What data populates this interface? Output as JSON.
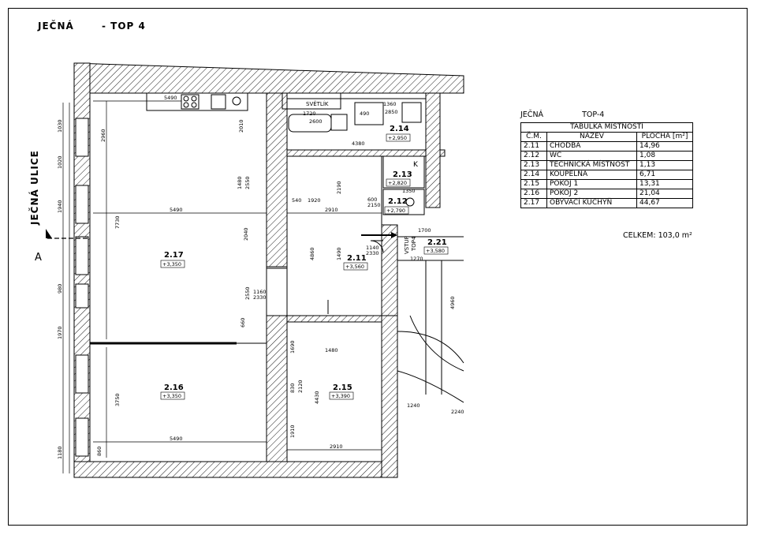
{
  "page_title": {
    "building": "JEČNÁ",
    "unit": "- TOP 4"
  },
  "street_label": "JEČNÁ ULICE",
  "section_marker": "A",
  "rooms": [
    {
      "num": "2.17",
      "level": "+3,350"
    },
    {
      "num": "2.16",
      "level": "+3,350"
    },
    {
      "num": "2.15",
      "level": "+3,390"
    },
    {
      "num": "2.14",
      "level": "+2,950"
    },
    {
      "num": "2.13",
      "level": "+2,820"
    },
    {
      "num": "2.12",
      "level": "+2,790"
    },
    {
      "num": "2.11",
      "level": "+3,560"
    },
    {
      "num": "2.21",
      "level": "+3,580"
    }
  ],
  "labels": {
    "svetlik": "SVĚTLÍK",
    "vstup": "VSTUP",
    "top": "TOP4",
    "k": "K"
  },
  "dims": {
    "d5490a": "5490",
    "d5490b": "5490",
    "d5490c": "5490",
    "d7730": "7730",
    "d3750": "3750",
    "d2960": "2960",
    "d2910a": "2910",
    "d2910b": "2910",
    "d4860": "4860",
    "d4380": "4380",
    "d2850": "2850",
    "d1360": "1360",
    "d1720": "1720",
    "d2600": "2600",
    "d1920": "1920",
    "d1700": "1700",
    "d1270": "1270",
    "d1240": "1240",
    "d2240": "2240",
    "d1480a": "1480",
    "d1480b": "1480",
    "d2040": "2040",
    "d2550a": "2550",
    "d2550b": "2550",
    "d4430": "4430",
    "d4960": "4960",
    "d1940": "1940",
    "d1970": "1970",
    "d1180": "1180",
    "d1030": "1030",
    "d1020": "1020",
    "d980": "980",
    "d1160": "1160",
    "d2330a": "2330",
    "d1140": "1140",
    "d2330b": "2330",
    "d600": "600",
    "d2150": "2150",
    "d1350": "1350",
    "d1690": "1690",
    "d2120": "2120",
    "d830": "830",
    "d1910": "1910",
    "d2010": "2010",
    "d540": "540",
    "d490": "490",
    "d860": "860",
    "d660": "660",
    "d1490": "1490",
    "d2190": "2190"
  },
  "table": {
    "building": "JEČNÁ",
    "unit": "TOP-4",
    "caption": "TABULKA MÍSTNOSTÍ",
    "headers": [
      "Č.M.",
      "NÁZEV",
      "PLOCHA [m²]"
    ],
    "rows": [
      [
        "2.11",
        "CHODBA",
        "14,96"
      ],
      [
        "2.12",
        "WC",
        "1,08"
      ],
      [
        "2.13",
        "TECHNICKÁ MÍSTNOST",
        "1,13"
      ],
      [
        "2.14",
        "KOUPELNA",
        "6,71"
      ],
      [
        "2.15",
        "POKOJ 1",
        "13,31"
      ],
      [
        "2.16",
        "POKOJ 2",
        "21,04"
      ],
      [
        "2.17",
        "OBÝVACÍ KUCHYŇ",
        "44,67"
      ]
    ],
    "total": "CELKEM: 103,0 m²"
  }
}
